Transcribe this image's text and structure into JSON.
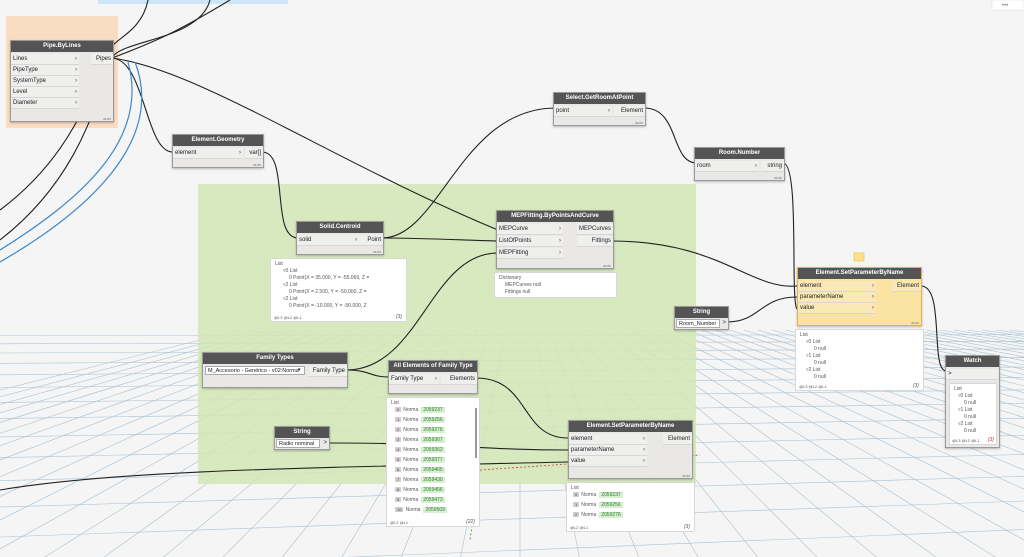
{
  "colors": {
    "node_header": "#545454",
    "node_body": "#e9e8e6",
    "selected_node": "#fbe3a4",
    "selected_header": "#f5b94e",
    "group_green": "#d4e6b5",
    "group_orange": "#fbd9bd",
    "wire": "#222222",
    "wire_highlight": "#3c88cc",
    "grid_line": "#9fb8c8"
  },
  "canvas": {
    "top_right_icon": "•••"
  },
  "nodes": {
    "pipe_by_lines": {
      "title": "Pipe.ByLines",
      "inputs": [
        "Lines",
        "PipeType",
        "SystemType",
        "Level",
        "Diameter"
      ],
      "output": "Pipes",
      "lacing": "auto"
    },
    "element_geometry": {
      "title": "Element.Geometry",
      "input": "element",
      "output": "var[]",
      "lacing": "auto"
    },
    "select_room": {
      "title": "Select.GetRoomAtPoint",
      "input": "point",
      "output": "Element",
      "lacing": "auto"
    },
    "room_number": {
      "title": "Room.Number",
      "input": "room",
      "output": "string",
      "lacing": "auto"
    },
    "solid_centroid": {
      "title": "Solid.Centroid",
      "input": "solid",
      "output": "Point",
      "lacing": "auto"
    },
    "mep_fitting": {
      "title": "MEPFitting.ByPointsAndCurve",
      "inputs": [
        "MEPCurve",
        "ListOfPoints",
        "MEPFitting"
      ],
      "outputs": [
        "MEPCurves",
        "Fittings"
      ],
      "lacing": "auto"
    },
    "set_param_top": {
      "title": "Element.SetParameterByName",
      "inputs": [
        "element",
        "parameterName",
        "value"
      ],
      "output": "Element",
      "lacing": "auto"
    },
    "string_room": {
      "title": "String",
      "value": "Room_Number",
      "output": ">"
    },
    "watch": {
      "title": "Watch",
      "input": ">"
    },
    "family_types": {
      "title": "Family Types",
      "value": "M_Accesorio - Genérico - v02:Norma",
      "output": "Family Type"
    },
    "all_elements": {
      "title": "All Elements of Family Type",
      "input": "Family Type",
      "output": "Elements"
    },
    "string_radio": {
      "title": "String",
      "value": "Radio nominal",
      "output": ">"
    },
    "set_param_bottom": {
      "title": "Element.SetParameterByName",
      "inputs": [
        "element",
        "parameterName",
        "value"
      ],
      "output": "Element",
      "lacing": "auto"
    }
  },
  "previews": {
    "centroid": {
      "lines": [
        "List",
        "▿0 List",
        "0  Point(X = 35.000, Y = -55.069, Z =",
        "▿2 List",
        "0  Point(X = 2.500, Y = -50.000, Z =",
        "▿2 List",
        "0  Point(X = -10.000, Y = -50.000, Z"
      ],
      "footer": "@L3 @L2 @L1",
      "count": "{3}"
    },
    "mep": {
      "lines": [
        "Dictionary",
        "MEPCurves  null",
        "Fittings  null"
      ]
    },
    "set_top": {
      "lines": [
        "List",
        "▿0 List",
        "0  null",
        "▿1 List",
        "0  null",
        "▿2 List",
        "0  null"
      ],
      "footer": "@L3 @L2 @L1",
      "count": "{3}"
    },
    "watch": {
      "lines": [
        "List",
        "▿0 List",
        "0  null",
        "▿1 List",
        "0  null",
        "▿2 List",
        "0  null"
      ],
      "footer": "@L3 @L2 @L1",
      "count": "{3}"
    },
    "all_elements": {
      "rows": [
        {
          "i": "0",
          "name": "Norma",
          "id": "2059237"
        },
        {
          "i": "1",
          "name": "Norma",
          "id": "2059256"
        },
        {
          "i": "2",
          "name": "Norma",
          "id": "2059276"
        },
        {
          "i": "3",
          "name": "Norma",
          "id": "2059307"
        },
        {
          "i": "4",
          "name": "Norma",
          "id": "2059362"
        },
        {
          "i": "5",
          "name": "Norma",
          "id": "2059377"
        },
        {
          "i": "6",
          "name": "Norma",
          "id": "2059405"
        },
        {
          "i": "7",
          "name": "Norma",
          "id": "2059430"
        },
        {
          "i": "8",
          "name": "Norma",
          "id": "2059456"
        },
        {
          "i": "9",
          "name": "Norma",
          "id": "2059473"
        },
        {
          "i": "10",
          "name": "Norma",
          "id": "2059509"
        }
      ],
      "header": "List",
      "footer": "@L2 @L1",
      "count": "{22}"
    },
    "set_bottom": {
      "rows": [
        {
          "i": "0",
          "name": "Norma",
          "id": "2059237"
        },
        {
          "i": "1",
          "name": "Norma",
          "id": "2059256"
        },
        {
          "i": "2",
          "name": "Norma",
          "id": "2059276"
        }
      ],
      "header": "List",
      "footer": "@L2 @L1",
      "count": "{3}"
    }
  }
}
